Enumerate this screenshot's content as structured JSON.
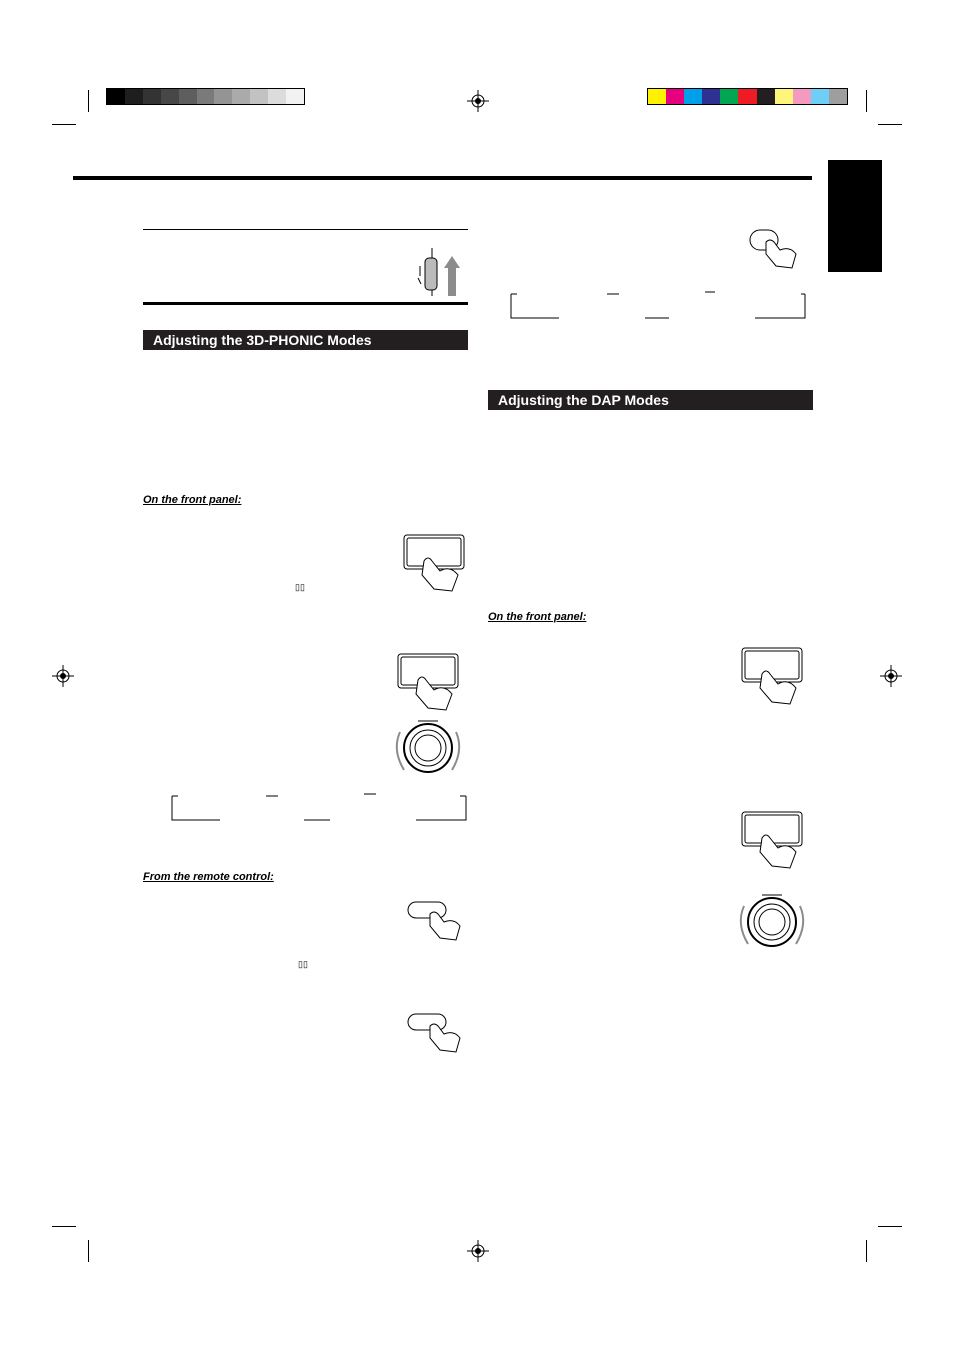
{
  "color_bar_left": [
    "#000000",
    "#1e1e1e",
    "#333333",
    "#474747",
    "#5e5e5e",
    "#7a7a7a",
    "#949494",
    "#aaaaaa",
    "#c2c2c2",
    "#dcdcdc",
    "#f2f2f2"
  ],
  "color_bar_right": [
    "#fff200",
    "#e6007e",
    "#00a0e9",
    "#2e3192",
    "#00a651",
    "#ed1c24",
    "#231f20",
    "#fff57a",
    "#f49ac1",
    "#6dcff6",
    "#9e9e9e"
  ],
  "sections": {
    "left_title": "Adjusting the 3D-PHONIC Modes",
    "right_title": "Adjusting the DAP Modes"
  },
  "subheads": {
    "front_panel_left": "On the front panel:",
    "remote_control": "From the remote control:",
    "front_panel_right": "On the front panel:"
  },
  "glyphs": {
    "dolby_1": "▯▯",
    "dolby_2": "▯▯"
  }
}
